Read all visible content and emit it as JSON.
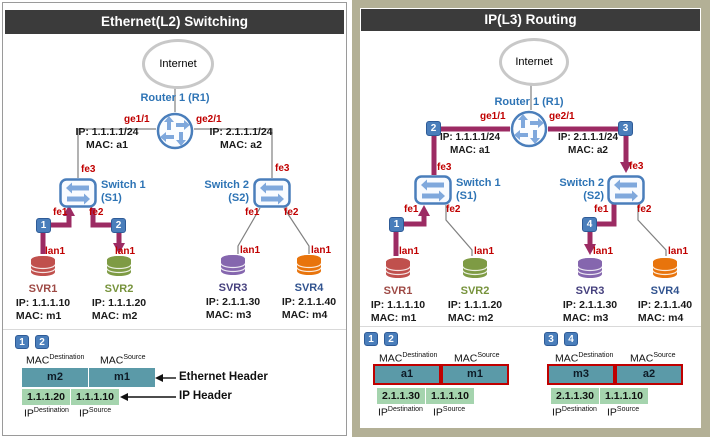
{
  "colors": {
    "header_bar": "#3B3B3B",
    "accent_blue": "#2E74B5",
    "port_red": "#C00000",
    "path_magenta": "#9C2B63",
    "icon_border_blue": "#4A7EBB",
    "icon_arrow_blue": "#7FA8DC",
    "badge_blue": "#4A7EBB",
    "mac_box_teal": "#5B9AA8",
    "ip_box_green": "#A5D4AE",
    "red_border": "#C00000",
    "right_panel_border": "#B3B096",
    "svr1": "#C0504D",
    "svr2": "#7E9B44",
    "svr3": "#8566AE",
    "svr4": "#E8740C"
  },
  "left": {
    "title": "Ethernet(L2) Switching",
    "internet": "Internet",
    "router_name": "Router 1 (R1)",
    "ge1": "ge1/1",
    "ge2": "ge2/1",
    "router_left_ip": "IP: 1.1.1.1/24",
    "router_left_mac": "MAC: a1",
    "router_right_ip": "IP: 2.1.1.1/24",
    "router_right_mac": "MAC: a2",
    "sw1_name": "Switch 1",
    "sw1_id": "(S1)",
    "sw1_fe1": "fe1",
    "sw1_fe2": "fe2",
    "sw1_fe3": "fe3",
    "sw2_name": "Switch 2",
    "sw2_id": "(S2)",
    "sw2_fe1": "fe1",
    "sw2_fe2": "fe2",
    "sw2_fe3": "fe3",
    "b1": "1",
    "b2": "2",
    "servers": [
      {
        "name": "SVR1",
        "lan": "lan1",
        "ip": "IP: 1.1.1.10",
        "mac": "MAC: m1"
      },
      {
        "name": "SVR2",
        "lan": "lan1",
        "ip": "IP: 1.1.1.20",
        "mac": "MAC: m2"
      },
      {
        "name": "SVR3",
        "lan": "lan1",
        "ip": "IP: 2.1.1.30",
        "mac": "MAC: m3"
      },
      {
        "name": "SVR4",
        "lan": "lan1",
        "ip": "IP: 2.1.1.40",
        "mac": "MAC: m4"
      }
    ],
    "pkt": {
      "b1": "1",
      "b2": "2",
      "mac_base": "MAC",
      "dest_sup": "Destination",
      "src_sup": "Source",
      "mac_dest": "m2",
      "mac_src": "m1",
      "eth_label": "Ethernet Header",
      "ip_base": "IP",
      "ip_dest": "1.1.1.20",
      "ip_src": "1.1.1.10",
      "ip_label": "IP Header"
    }
  },
  "right": {
    "title": "IP(L3) Routing",
    "internet": "Internet",
    "router_name": "Router 1 (R1)",
    "ge1": "ge1/1",
    "ge2": "ge2/1",
    "router_left_ip": "IP: 1.1.1.1/24",
    "router_left_mac": "MAC: a1",
    "router_right_ip": "IP: 2.1.1.1/24",
    "router_right_mac": "MAC: a2",
    "sw1_name": "Switch 1",
    "sw1_id": "(S1)",
    "sw1_fe1": "fe1",
    "sw1_fe2": "fe2",
    "sw1_fe3": "fe3",
    "sw2_name": "Switch 2",
    "sw2_id": "(S2)",
    "sw2_fe1": "fe1",
    "sw2_fe2": "fe2",
    "sw2_fe3": "fe3",
    "b1": "1",
    "b2": "2",
    "b3": "3",
    "b4": "4",
    "servers": [
      {
        "name": "SVR1",
        "lan": "lan1",
        "ip": "IP: 1.1.1.10",
        "mac": "MAC: m1"
      },
      {
        "name": "SVR2",
        "lan": "lan1",
        "ip": "IP: 1.1.1.20",
        "mac": "MAC: m2"
      },
      {
        "name": "SVR3",
        "lan": "lan1",
        "ip": "IP: 2.1.1.30",
        "mac": "MAC: m3"
      },
      {
        "name": "SVR4",
        "lan": "lan1",
        "ip": "IP: 2.1.1.40",
        "mac": "MAC: m4"
      }
    ],
    "pkt_a": {
      "b1": "1",
      "b2": "2",
      "mac_base": "MAC",
      "dest_sup": "Destination",
      "src_sup": "Source",
      "mac_dest": "a1",
      "mac_src": "m1",
      "ip_base": "IP",
      "ip_dest": "2.1.1.30",
      "ip_src": "1.1.1.10"
    },
    "pkt_b": {
      "b1": "3",
      "b2": "4",
      "mac_base": "MAC",
      "dest_sup": "Destination",
      "src_sup": "Source",
      "mac_dest": "m3",
      "mac_src": "a2",
      "ip_base": "IP",
      "ip_dest": "2.1.1.30",
      "ip_src": "1.1.1.10"
    }
  }
}
